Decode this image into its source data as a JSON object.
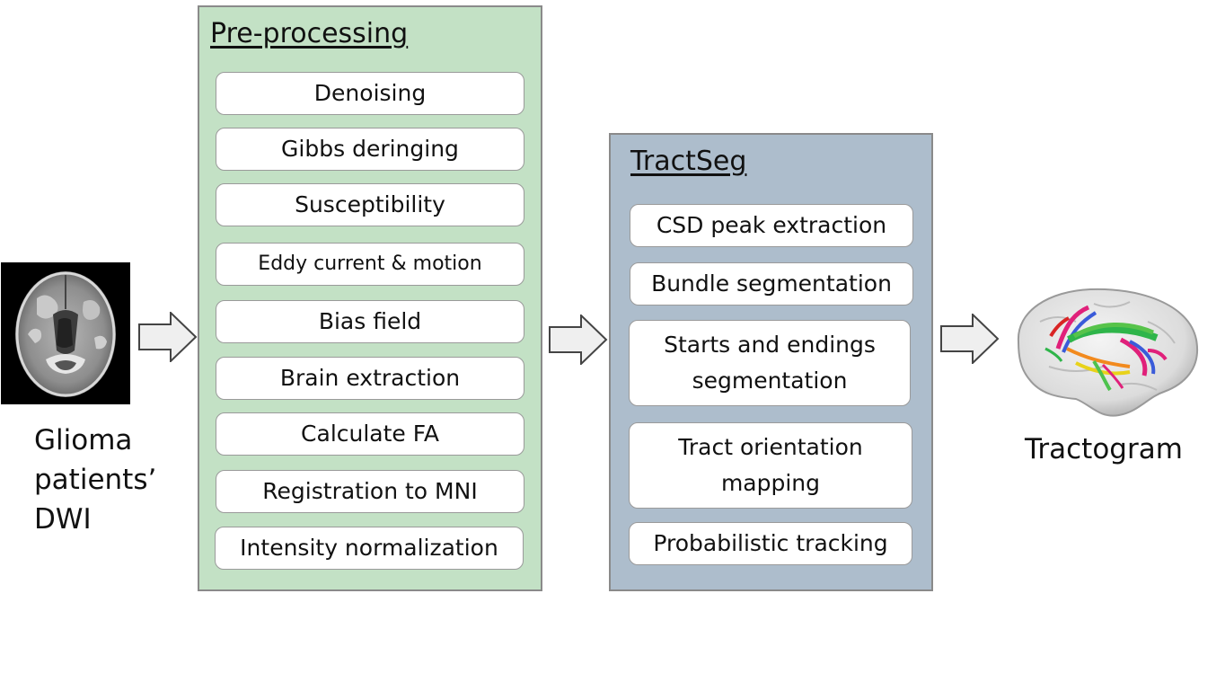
{
  "input": {
    "caption_lines": [
      "Glioma",
      "patients’",
      "DWI"
    ]
  },
  "preprocessing": {
    "title": "Pre-processing",
    "steps": [
      "Denoising",
      "Gibbs deringing",
      "Susceptibility",
      "Eddy current & motion",
      "Bias field",
      "Brain extraction",
      "Calculate FA",
      "Registration to MNI",
      "Intensity normalization"
    ]
  },
  "tractseg": {
    "title": "TractSeg",
    "steps": [
      "CSD peak extraction",
      "Bundle segmentation",
      "Starts and endings segmentation",
      "Tract orientation mapping",
      "Probabilistic tracking"
    ]
  },
  "output": {
    "caption": "Tractogram"
  },
  "colors": {
    "preprocessing_bg": "#c3e1c5",
    "tractseg_bg": "#adbdcc",
    "arrow_fill": "#efefef",
    "arrow_stroke": "#444444"
  }
}
